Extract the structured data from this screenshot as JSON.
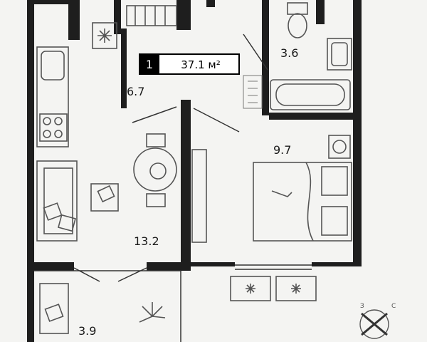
{
  "summary": {
    "room_count": "1",
    "area": "37.1 м²"
  },
  "rooms": {
    "hall": "6.7",
    "bath": "3.6",
    "bedroom": "9.7",
    "living": "13.2",
    "balcony": "3.9"
  },
  "compass": {
    "north_letter": "З",
    "east_letter": "С"
  },
  "colors": {
    "wall": "#1e1e1e",
    "paper": "#f4f4f2",
    "furniture": "#555555",
    "badge": "#000000"
  }
}
